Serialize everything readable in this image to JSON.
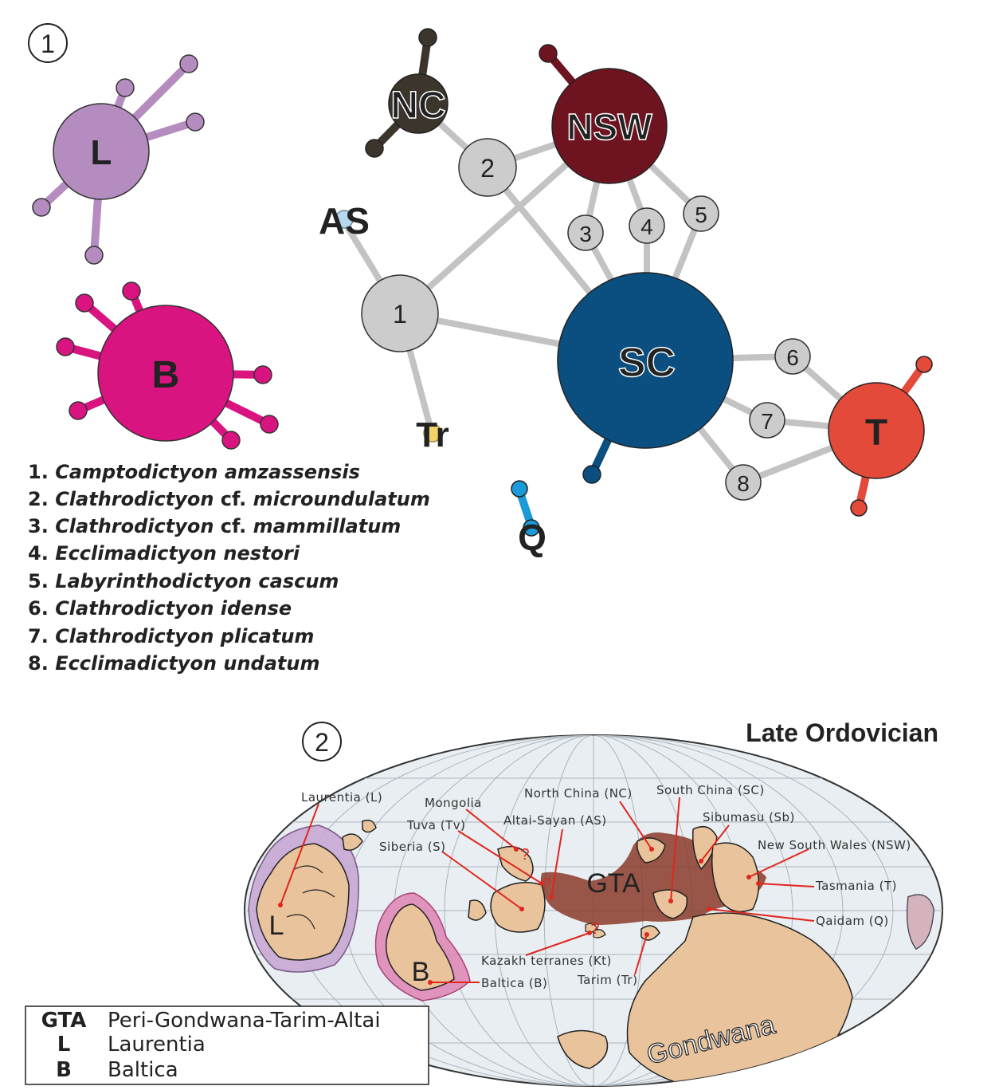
{
  "panel1": {
    "number": "1",
    "nodes": {
      "L": "L",
      "B": "B",
      "NC": "NC",
      "NSW": "NSW",
      "SC": "SC",
      "T": "T",
      "AS": "AS",
      "Tr": "Tr",
      "Q": "Q",
      "n1": "1",
      "n2": "2",
      "n3": "3",
      "n4": "4",
      "n5": "5",
      "n6": "6",
      "n7": "7",
      "n8": "8"
    },
    "species": [
      {
        "num": "1.",
        "genus": "Camptodictyon",
        "qual": "",
        "epithet": "amzassensis"
      },
      {
        "num": "2.",
        "genus": "Clathrodictyon",
        "qual": "cf.",
        "epithet": "microundulatum"
      },
      {
        "num": "3.",
        "genus": "Clathrodictyon",
        "qual": "cf.",
        "epithet": "mammillatum"
      },
      {
        "num": "4.",
        "genus": "Ecclimadictyon",
        "qual": "",
        "epithet": "nestori"
      },
      {
        "num": "5.",
        "genus": "Labyrinthodictyon",
        "qual": "",
        "epithet": "cascum"
      },
      {
        "num": "6.",
        "genus": "Clathrodictyon",
        "qual": "",
        "epithet": "idense"
      },
      {
        "num": "7.",
        "genus": "Clathrodictyon",
        "qual": "",
        "epithet": "plicatum"
      },
      {
        "num": "8.",
        "genus": "Ecclimadictyon",
        "qual": "",
        "epithet": "undatum"
      }
    ],
    "colors": {
      "L": "#b48cc0",
      "B": "#d9137f",
      "NC": "#3b352c",
      "NSW": "#6e1420",
      "SC": "#0a4f7f",
      "T": "#e34a3a",
      "AS": "#b7d8ee",
      "Tr": "#f1d36a",
      "Q": "#1a9ad8",
      "grey": "#cccccc",
      "link": "#c3c3c3"
    }
  },
  "panel2": {
    "number": "2",
    "title": "Late Ordovician",
    "big_labels": {
      "GTA": "GTA",
      "L": "L",
      "B": "B",
      "Gondwana": "Gondwana"
    },
    "labels": {
      "laurentia": "Laurentia (L)",
      "mongolia": "Mongolia",
      "tuva": "Tuva (Tv)",
      "altai": "Altai-Sayan (AS)",
      "siberia": "Siberia (S)",
      "northchina": "North China (NC)",
      "southchina": "South China (SC)",
      "sibumasu": "Sibumasu (Sb)",
      "nsw": "New South Wales (NSW)",
      "tasmania": "Tasmania (T)",
      "qaidam": "Qaidam (Q)",
      "kazakh": "Kazakh terranes (Kt)",
      "tarim": "Tarim (Tr)",
      "baltica": "Baltica (B)",
      "q1": "?",
      "q2": "?",
      "q3": "?"
    },
    "colors": {
      "ocean": "#e9eef2",
      "land": "#e8c39c",
      "gta": "#8a3a2a",
      "laurentia_zone": "#c8a8d4",
      "baltica_zone": "#e08ab8"
    }
  },
  "legend": [
    {
      "abbr": "GTA",
      "name": "Peri-Gondwana-Tarim-Altai"
    },
    {
      "abbr": "L",
      "name": "Laurentia"
    },
    {
      "abbr": "B",
      "name": "Baltica"
    }
  ]
}
